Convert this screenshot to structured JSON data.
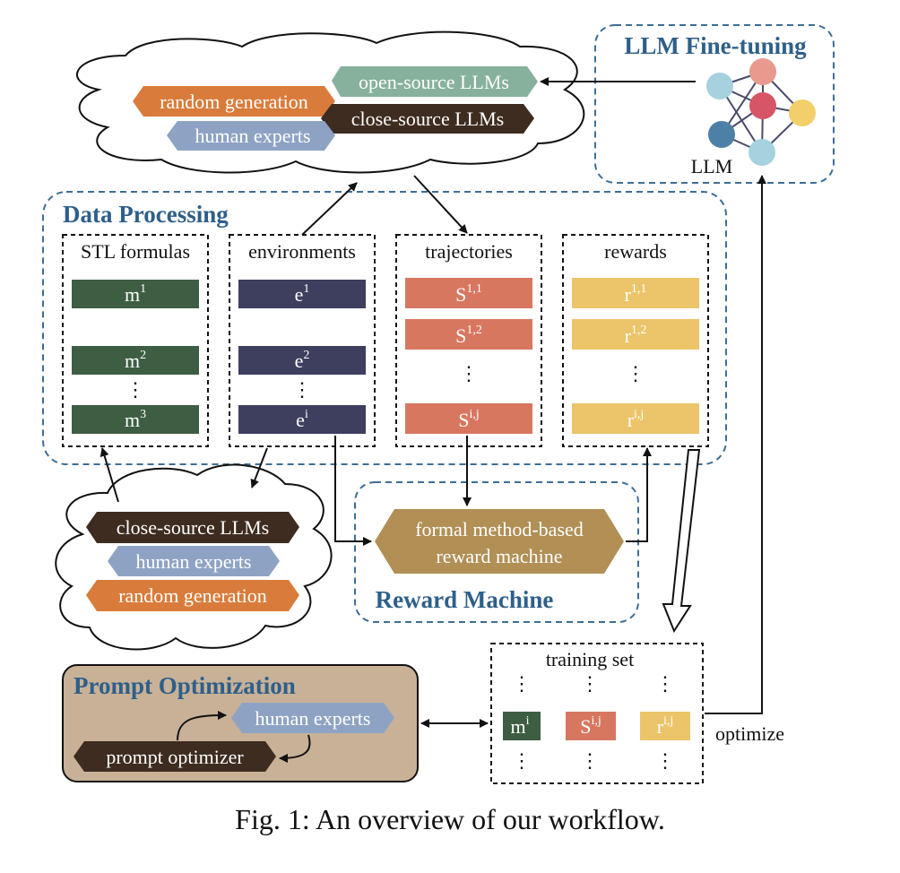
{
  "colors": {
    "section_title": "#2e5f8a",
    "dashed_blue": "#3d6e95",
    "green": "#3d5e43",
    "navy": "#3e3e5e",
    "salmon": "#d87760",
    "yellow": "#ecc56a",
    "orange": "#d97c3b",
    "teal_green": "#87b19c",
    "dark_brown": "#3e2c21",
    "slate_blue": "#8ea3c4",
    "reward_machine": "#b18f55",
    "prompt_panel": "#c8b197"
  },
  "top_cloud": {
    "open_source": "open-source  LLMs",
    "random_generation": "random generation",
    "close_source": "close-source  LLMs",
    "human_experts": "human experts"
  },
  "llm_finetuning": {
    "title": "LLM Fine-tuning",
    "llm_label": "LLM",
    "icon": "neural-network-icon"
  },
  "data_processing": {
    "title": "Data Processing",
    "columns": [
      {
        "title": "STL formulas",
        "cells": [
          {
            "base": "m",
            "sup": "1"
          },
          {
            "base": "m",
            "sup": "2"
          },
          {
            "base": "m",
            "sup": "3"
          }
        ],
        "dots": "⋮"
      },
      {
        "title": "environments",
        "cells": [
          {
            "base": "e",
            "sup": "1"
          },
          {
            "base": "e",
            "sup": "2"
          },
          {
            "base": "e",
            "sup": "i"
          }
        ],
        "dots": "⋮"
      },
      {
        "title": "trajectories",
        "cells": [
          {
            "base": "S",
            "sup": "1,1"
          },
          {
            "base": "S",
            "sup": "1,2"
          },
          {
            "base": "S",
            "sup": "i,j"
          }
        ],
        "dots": "⋮"
      },
      {
        "title": "rewards",
        "cells": [
          {
            "base": "r",
            "sup": "1,1"
          },
          {
            "base": "r",
            "sup": "1,2"
          },
          {
            "base": "r",
            "sup": "i,j"
          }
        ],
        "dots": "⋮"
      }
    ]
  },
  "bottom_cloud": {
    "close_source": "close-source  LLMs",
    "human_experts": "human experts",
    "random_generation": "random generation"
  },
  "reward_machine": {
    "title": "Reward Machine",
    "line1": "formal method-based",
    "line2": "reward machine"
  },
  "training_set": {
    "title": "training set",
    "m": {
      "base": "m",
      "sup": "i"
    },
    "s": {
      "base": "S",
      "sup": "i,j"
    },
    "r": {
      "base": "r",
      "sup": "i,j"
    },
    "dots": "⋮"
  },
  "prompt_optimization": {
    "title": "Prompt Optimization",
    "human_experts": "human experts",
    "prompt_optimizer": "prompt optimizer"
  },
  "optimize_label": "optimize",
  "caption": "Fig. 1: An overview of our workflow."
}
